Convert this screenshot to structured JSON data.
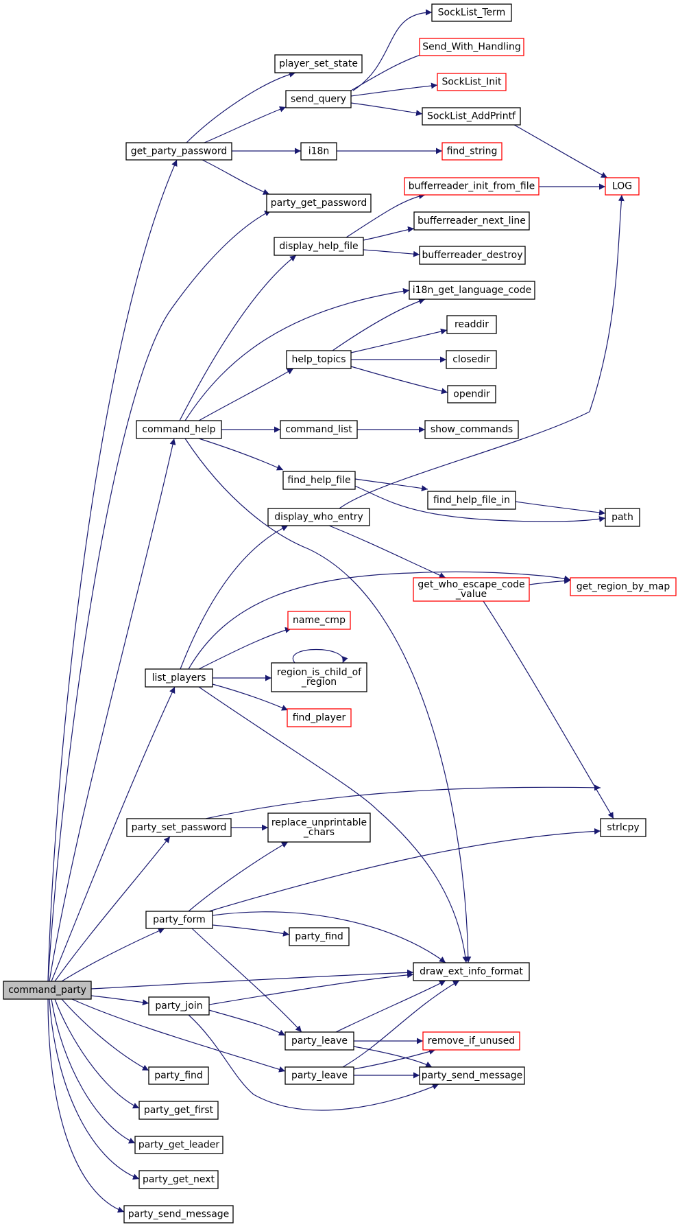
{
  "colors": {
    "edge": "#191970",
    "plain_border": "#000000",
    "truncated_border": "#ff0000",
    "root_fill": "#bfbfbf",
    "node_fill": "#ffffff"
  },
  "graph": {
    "nodes": [
      {
        "id": "command_party",
        "lines": [
          "command_party"
        ],
        "style": "root"
      },
      {
        "id": "get_party_password",
        "lines": [
          "get_party_password"
        ],
        "style": "plain"
      },
      {
        "id": "player_set_state",
        "lines": [
          "player_set_state"
        ],
        "style": "plain"
      },
      {
        "id": "send_query",
        "lines": [
          "send_query"
        ],
        "style": "plain"
      },
      {
        "id": "SockList_Term",
        "lines": [
          "SockList_Term"
        ],
        "style": "plain"
      },
      {
        "id": "Send_With_Handling",
        "lines": [
          "Send_With_Handling"
        ],
        "style": "truncated"
      },
      {
        "id": "SockList_Init",
        "lines": [
          "SockList_Init"
        ],
        "style": "truncated"
      },
      {
        "id": "SockList_AddPrintf",
        "lines": [
          "SockList_AddPrintf"
        ],
        "style": "plain"
      },
      {
        "id": "i18n",
        "lines": [
          "i18n"
        ],
        "style": "plain"
      },
      {
        "id": "find_string",
        "lines": [
          "find_string"
        ],
        "style": "truncated"
      },
      {
        "id": "LOG",
        "lines": [
          "LOG"
        ],
        "style": "truncated"
      },
      {
        "id": "party_get_password",
        "lines": [
          "party_get_password"
        ],
        "style": "plain"
      },
      {
        "id": "bufferreader_init_from_file",
        "lines": [
          "bufferreader_init_from_file"
        ],
        "style": "truncated"
      },
      {
        "id": "display_help_file",
        "lines": [
          "display_help_file"
        ],
        "style": "plain"
      },
      {
        "id": "bufferreader_next_line",
        "lines": [
          "bufferreader_next_line"
        ],
        "style": "plain"
      },
      {
        "id": "bufferreader_destroy",
        "lines": [
          "bufferreader_destroy"
        ],
        "style": "plain"
      },
      {
        "id": "i18n_get_language_code",
        "lines": [
          "i18n_get_language_code"
        ],
        "style": "plain"
      },
      {
        "id": "readdir",
        "lines": [
          "readdir"
        ],
        "style": "plain"
      },
      {
        "id": "help_topics",
        "lines": [
          "help_topics"
        ],
        "style": "plain"
      },
      {
        "id": "closedir",
        "lines": [
          "closedir"
        ],
        "style": "plain"
      },
      {
        "id": "opendir",
        "lines": [
          "opendir"
        ],
        "style": "plain"
      },
      {
        "id": "command_help",
        "lines": [
          "command_help"
        ],
        "style": "plain"
      },
      {
        "id": "command_list",
        "lines": [
          "command_list"
        ],
        "style": "plain"
      },
      {
        "id": "show_commands",
        "lines": [
          "show_commands"
        ],
        "style": "plain"
      },
      {
        "id": "find_help_file",
        "lines": [
          "find_help_file"
        ],
        "style": "plain"
      },
      {
        "id": "find_help_file_in",
        "lines": [
          "find_help_file_in"
        ],
        "style": "plain"
      },
      {
        "id": "path",
        "lines": [
          "path"
        ],
        "style": "plain"
      },
      {
        "id": "display_who_entry",
        "lines": [
          "display_who_entry"
        ],
        "style": "plain"
      },
      {
        "id": "get_region_by_map",
        "lines": [
          "get_region_by_map"
        ],
        "style": "truncated"
      },
      {
        "id": "get_who_escape_code_value",
        "lines": [
          "get_who_escape_code",
          "_value"
        ],
        "style": "truncated"
      },
      {
        "id": "name_cmp",
        "lines": [
          "name_cmp"
        ],
        "style": "truncated"
      },
      {
        "id": "list_players",
        "lines": [
          "list_players"
        ],
        "style": "plain"
      },
      {
        "id": "region_is_child_of_region",
        "lines": [
          "region_is_child_of",
          "_region"
        ],
        "style": "plain"
      },
      {
        "id": "find_player",
        "lines": [
          "find_player"
        ],
        "style": "truncated"
      },
      {
        "id": "strlcpy",
        "lines": [
          "strlcpy"
        ],
        "style": "plain"
      },
      {
        "id": "party_set_password",
        "lines": [
          "party_set_password"
        ],
        "style": "plain"
      },
      {
        "id": "replace_unprintable_chars",
        "lines": [
          "replace_unprintable",
          "_chars"
        ],
        "style": "plain"
      },
      {
        "id": "party_form",
        "lines": [
          "party_form"
        ],
        "style": "plain"
      },
      {
        "id": "party_find_1",
        "lines": [
          "party_find"
        ],
        "style": "plain"
      },
      {
        "id": "draw_ext_info_format",
        "lines": [
          "draw_ext_info_format"
        ],
        "style": "plain"
      },
      {
        "id": "party_join",
        "lines": [
          "party_join"
        ],
        "style": "plain"
      },
      {
        "id": "party_leave_1",
        "lines": [
          "party_leave"
        ],
        "style": "plain"
      },
      {
        "id": "remove_if_unused",
        "lines": [
          "remove_if_unused"
        ],
        "style": "truncated"
      },
      {
        "id": "party_leave_2",
        "lines": [
          "party_leave"
        ],
        "style": "plain"
      },
      {
        "id": "party_send_message_1",
        "lines": [
          "party_send_message"
        ],
        "style": "plain"
      },
      {
        "id": "party_find_2",
        "lines": [
          "party_find"
        ],
        "style": "plain"
      },
      {
        "id": "party_get_first",
        "lines": [
          "party_get_first"
        ],
        "style": "plain"
      },
      {
        "id": "party_get_leader",
        "lines": [
          "party_get_leader"
        ],
        "style": "plain"
      },
      {
        "id": "party_get_next",
        "lines": [
          "party_get_next"
        ],
        "style": "plain"
      },
      {
        "id": "party_send_message_2",
        "lines": [
          "party_send_message"
        ],
        "style": "plain"
      }
    ],
    "edges": [
      {
        "from": "command_party",
        "to": "get_party_password"
      },
      {
        "from": "command_party",
        "to": "party_get_password"
      },
      {
        "from": "command_party",
        "to": "command_help"
      },
      {
        "from": "command_party",
        "to": "list_players"
      },
      {
        "from": "command_party",
        "to": "party_set_password"
      },
      {
        "from": "command_party",
        "to": "party_form"
      },
      {
        "from": "command_party",
        "to": "draw_ext_info_format"
      },
      {
        "from": "command_party",
        "to": "party_join"
      },
      {
        "from": "command_party",
        "to": "party_leave_2"
      },
      {
        "from": "command_party",
        "to": "party_find_2"
      },
      {
        "from": "command_party",
        "to": "party_get_first"
      },
      {
        "from": "command_party",
        "to": "party_get_leader"
      },
      {
        "from": "command_party",
        "to": "party_get_next"
      },
      {
        "from": "command_party",
        "to": "party_send_message_2"
      },
      {
        "from": "get_party_password",
        "to": "player_set_state"
      },
      {
        "from": "get_party_password",
        "to": "send_query"
      },
      {
        "from": "get_party_password",
        "to": "i18n"
      },
      {
        "from": "get_party_password",
        "to": "party_get_password"
      },
      {
        "from": "send_query",
        "to": "SockList_Term"
      },
      {
        "from": "send_query",
        "to": "Send_With_Handling"
      },
      {
        "from": "send_query",
        "to": "SockList_Init"
      },
      {
        "from": "send_query",
        "to": "SockList_AddPrintf"
      },
      {
        "from": "SockList_AddPrintf",
        "to": "LOG"
      },
      {
        "from": "i18n",
        "to": "find_string"
      },
      {
        "from": "bufferreader_init_from_file",
        "to": "LOG"
      },
      {
        "from": "display_help_file",
        "to": "bufferreader_init_from_file"
      },
      {
        "from": "display_help_file",
        "to": "bufferreader_next_line"
      },
      {
        "from": "display_help_file",
        "to": "bufferreader_destroy"
      },
      {
        "from": "help_topics",
        "to": "i18n_get_language_code"
      },
      {
        "from": "help_topics",
        "to": "readdir"
      },
      {
        "from": "help_topics",
        "to": "closedir"
      },
      {
        "from": "help_topics",
        "to": "opendir"
      },
      {
        "from": "command_help",
        "to": "display_help_file"
      },
      {
        "from": "command_help",
        "to": "i18n_get_language_code"
      },
      {
        "from": "command_help",
        "to": "help_topics"
      },
      {
        "from": "command_help",
        "to": "command_list"
      },
      {
        "from": "command_help",
        "to": "find_help_file"
      },
      {
        "from": "command_help",
        "to": "draw_ext_info_format"
      },
      {
        "from": "command_list",
        "to": "show_commands"
      },
      {
        "from": "find_help_file",
        "to": "find_help_file_in"
      },
      {
        "from": "find_help_file",
        "to": "path"
      },
      {
        "from": "find_help_file_in",
        "to": "path"
      },
      {
        "from": "display_who_entry",
        "to": "LOG"
      },
      {
        "from": "display_who_entry",
        "to": "get_who_escape_code_value"
      },
      {
        "from": "get_who_escape_code_value",
        "to": "get_region_by_map"
      },
      {
        "from": "get_who_escape_code_value",
        "to": "strlcpy"
      },
      {
        "from": "list_players",
        "to": "display_who_entry"
      },
      {
        "from": "list_players",
        "to": "get_region_by_map"
      },
      {
        "from": "list_players",
        "to": "name_cmp"
      },
      {
        "from": "list_players",
        "to": "region_is_child_of_region"
      },
      {
        "from": "list_players",
        "to": "find_player"
      },
      {
        "from": "list_players",
        "to": "draw_ext_info_format"
      },
      {
        "from": "region_is_child_of_region",
        "to": "region_is_child_of_region"
      },
      {
        "from": "party_set_password",
        "to": "strlcpy"
      },
      {
        "from": "party_set_password",
        "to": "replace_unprintable_chars"
      },
      {
        "from": "party_form",
        "to": "replace_unprintable_chars"
      },
      {
        "from": "party_form",
        "to": "strlcpy"
      },
      {
        "from": "party_form",
        "to": "draw_ext_info_format"
      },
      {
        "from": "party_form",
        "to": "party_find_1"
      },
      {
        "from": "party_form",
        "to": "party_leave_1"
      },
      {
        "from": "party_join",
        "to": "draw_ext_info_format"
      },
      {
        "from": "party_join",
        "to": "party_leave_1"
      },
      {
        "from": "party_join",
        "to": "party_send_message_1"
      },
      {
        "from": "party_leave_1",
        "to": "draw_ext_info_format"
      },
      {
        "from": "party_leave_1",
        "to": "remove_if_unused"
      },
      {
        "from": "party_leave_1",
        "to": "party_send_message_1"
      },
      {
        "from": "party_leave_2",
        "to": "draw_ext_info_format"
      },
      {
        "from": "party_leave_2",
        "to": "remove_if_unused"
      },
      {
        "from": "party_leave_2",
        "to": "party_send_message_1"
      }
    ]
  }
}
